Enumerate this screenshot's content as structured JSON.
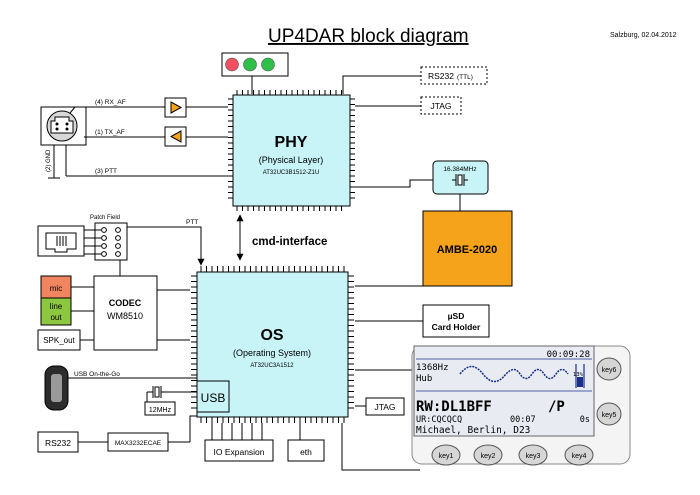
{
  "title": "UP4DAR block diagram",
  "location_date": "Salzburg, 02.04.2012",
  "phy": {
    "name": "PHY",
    "subtitle": "(Physical Layer)",
    "part": "AT32UC3B1512-Z1U"
  },
  "os": {
    "name": "OS",
    "subtitle": "(Operating System)",
    "part": "AT32UC3A1512"
  },
  "cmd_interface": "cmd-interface",
  "rs232_ttl": {
    "name": "RS232",
    "suffix": "(TTL)"
  },
  "jtag_top": "JTAG",
  "jtag_os": "JTAG",
  "crystal_top": "16.384MHz",
  "crystal_os": "12MHz",
  "ambe": "AMBE-2020",
  "usd": {
    "line1": "µSD",
    "line2": "Card Holder"
  },
  "codec": {
    "line1": "CODEC",
    "line2": "WM8510"
  },
  "mic": "mic",
  "line_out": {
    "line1": "line",
    "line2": "out"
  },
  "spk_out": "SPK_out",
  "patch_field": "Patch Field",
  "ptt_patch": "PTT",
  "usb_label": "USB",
  "usb_otg": "USB  On-the-Go",
  "rs232": "RS232",
  "max3232": "MAX3232ECAE",
  "io_expansion": "IO Expansion",
  "eth": "eth",
  "signals": {
    "rx": "(4)  RX_AF",
    "tx": "(1)  TX_AF",
    "ptt": "(3)  PTT",
    "gnd": "(2)  GND"
  },
  "lcd": {
    "time": "00:09:28",
    "freq": "1368Hz",
    "mode": "Hub",
    "level": "13%",
    "callsign": "RW:DL1BFF",
    "suffix": "/P",
    "ur": "UR:CQCQCQ",
    "timer": "00:07",
    "count": "0s",
    "footer": "Michael, Berlin, D23"
  },
  "keys": [
    "key1",
    "key2",
    "key3",
    "key4",
    "key5",
    "key6"
  ],
  "colors": {
    "chip_fill": "#c8f4f8",
    "ambe_fill": "#f5a31a",
    "mic_fill": "#f0855f",
    "line_out_fill": "#8dc63f",
    "led_red": "#f05060",
    "led_green": "#2fc04a",
    "lcd_fill": "#e8ebf2",
    "lcd_text": "#1b2f8a"
  }
}
